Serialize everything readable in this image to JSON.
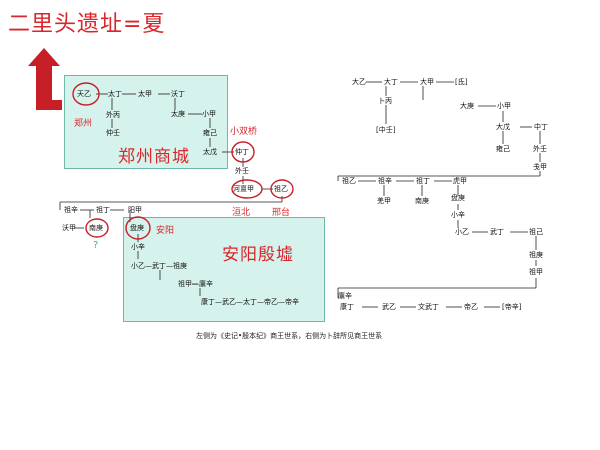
{
  "title": "二里头遗址=夏",
  "left_tree": {
    "zhengzhou_label": "郑州",
    "zhengzhou_city": "郑州商城",
    "xiaoshuangqiao": "小双桥",
    "huanbei": "洹北",
    "xingtai": "邢台",
    "anyang_label": "安阳",
    "anyang_ruins": "安阳殷墟",
    "question": "?",
    "names": {
      "tianyi": "天乙",
      "taiding": "太丁",
      "taijia": "太甲",
      "wuding_a": "沃丁",
      "waibing": "外丙",
      "taigeng": "太庚",
      "xiaojia": "小甲",
      "zhongren": "仲壬",
      "yongji": "雍己",
      "taiwu": "太戊",
      "zhongding": "仲丁",
      "waiRen": "外壬",
      "hedanjia": "河亶甲",
      "zuyi": "祖乙",
      "zuxin": "祖辛",
      "zuding": "祖丁",
      "yangjia": "阳甲",
      "wojia": "沃甲",
      "nangeng": "南庚",
      "pangeng": "盘庚",
      "xiaoxin": "小辛",
      "chain1": "小乙—武丁—祖庚",
      "zujia": "祖甲—廪辛",
      "chain2": "康丁—武乙—太丁—帝乙—帝辛"
    }
  },
  "right_tree": {
    "names": {
      "dayi": "大乙",
      "dading": "大丁",
      "dajia": "大甲",
      "bing": "[氐]",
      "bubing": "卜丙",
      "dageng": "大庚",
      "xiaojia": "小甲",
      "zhongren": "[中壬]",
      "dawu": "大戊",
      "zhongding": "中丁",
      "lvji": "雍己",
      "bren": "外壬",
      "jiajian": "戋甲",
      "zuyi": "祖乙",
      "zuxin": "祖辛",
      "zuding": "祖丁",
      "huojia": "虎甲",
      "qiangjia": "羌甲",
      "nangeng": "南庚",
      "pangeng": "盘庚",
      "xiaoxin": "小辛",
      "xiaoyi": "小乙",
      "wuding": "武丁",
      "zuji": "祖己",
      "zugeng": "祖庚",
      "zujia": "祖甲",
      "linxin": "廪辛",
      "kangding": "康丁",
      "wuyi": "武乙",
      "wending": "文武丁",
      "diyi": "帝乙",
      "dixin": "[帝辛]"
    }
  },
  "caption": "左侧为《史记•殷本纪》商王世系，右侧为卜辞所见商王世系"
}
